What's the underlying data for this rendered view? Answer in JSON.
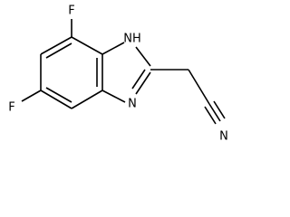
{
  "diagram": {
    "atoms": {
      "f_top": "F",
      "f_left": "F",
      "nh": "NH",
      "n_ring": "N",
      "n_nitrile": "N"
    }
  }
}
